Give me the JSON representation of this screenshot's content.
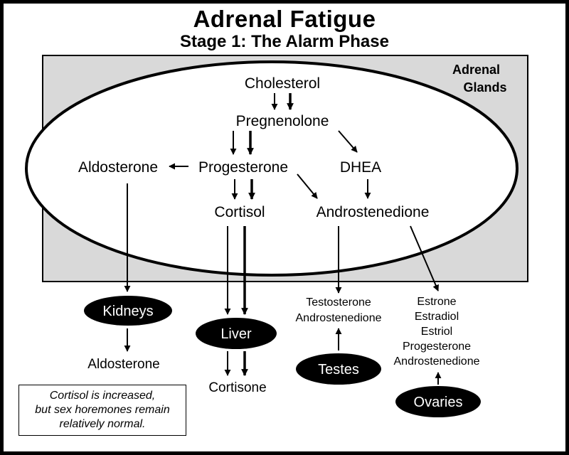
{
  "title": "Adrenal Fatigue",
  "subtitle": "Stage 1:  The Alarm Phase",
  "region_label": "Adrenal\nGlands",
  "hormones": {
    "cholesterol": "Cholesterol",
    "pregnenolone": "Pregnenolone",
    "aldosterone": "Aldosterone",
    "progesterone": "Progesterone",
    "dhea": "DHEA",
    "cortisol": "Cortisol",
    "androstenedione": "Androstenedione"
  },
  "organs": {
    "kidneys": "Kidneys",
    "liver": "Liver",
    "testes": "Testes",
    "ovaries": "Ovaries"
  },
  "outputs": {
    "kidneys": [
      "Aldosterone"
    ],
    "liver": [
      "Cortisone"
    ],
    "testes": [
      "Testosterone",
      "Androstenedione"
    ],
    "ovaries": [
      "Estrone",
      "Estradiol",
      "Estriol",
      "Progesterone",
      "Androstenedione"
    ]
  },
  "note": "Cortisol is increased,\nbut sex horemones remain\nrelatively normal.",
  "colors": {
    "gland_fill": "#d9d9d9",
    "organ_fill": "#000000",
    "line": "#000000"
  }
}
